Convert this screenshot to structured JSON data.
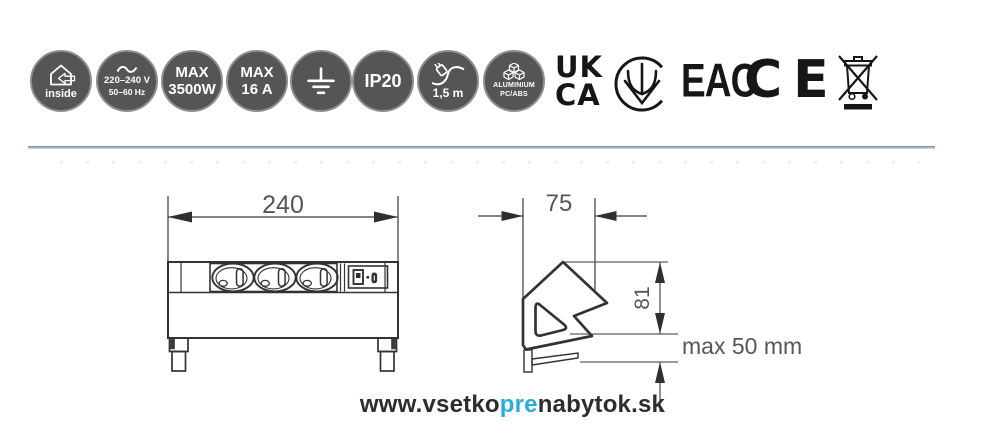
{
  "badges": [
    {
      "label": "inside"
    },
    {
      "line1": "220–240 V",
      "line2": "50–60 Hz"
    },
    {
      "line1": "MAX",
      "line2": "3500W"
    },
    {
      "line1": "MAX",
      "line2": "16 A"
    },
    {
      "symbol": "grounding"
    },
    {
      "label": "IP20"
    },
    {
      "label": "1,5 m"
    },
    {
      "line1": "ALUMINIUM",
      "line2": "PC/ABS"
    }
  ],
  "marks": {
    "ukca_top": "UK",
    "ukca_bottom": "CA",
    "eac": "EAC",
    "ce_c": "C",
    "ce_e": "E"
  },
  "front_view": {
    "width_dim": "240"
  },
  "side_view": {
    "width_dim": "75",
    "height_dim": "81",
    "max_panel": "max 50 mm"
  },
  "footer": {
    "url_part1": "www.vsetko",
    "url_accent": "pre",
    "url_part2": "nabytok.sk"
  },
  "colors": {
    "badge_fill": "#555557",
    "badge_ring": "#8f8f91",
    "mark_black": "#161616",
    "divider_top": "#7f98ac",
    "divider_bottom": "#c0d4e4",
    "drawing_stroke": "#333335",
    "dim_text": "#565658",
    "url_text": "#2d2d2f",
    "url_accent": "#29abe2"
  }
}
